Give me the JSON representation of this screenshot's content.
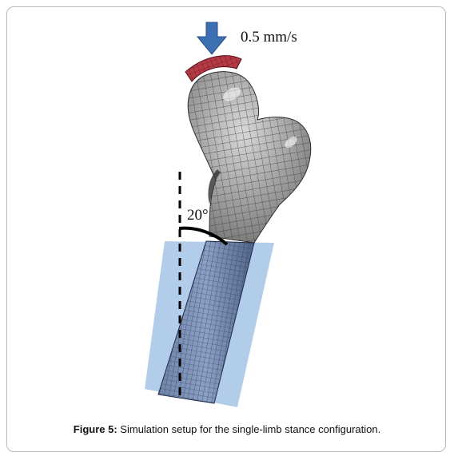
{
  "figure": {
    "speed_label": "0.5 mm/s",
    "angle_label": "20°",
    "caption_label": "Figure 5:",
    "caption_text": " Simulation setup for the single-limb stance configuration."
  },
  "colors": {
    "arrow": "#3d6fb3",
    "loading_plate": "#b53a46",
    "bone_mesh": "#aeaeae",
    "shaft_mesh": "#4a5f85",
    "fixture_box": "#a4c4e6"
  },
  "icons": {
    "load_arrow": "down-arrow-icon"
  }
}
